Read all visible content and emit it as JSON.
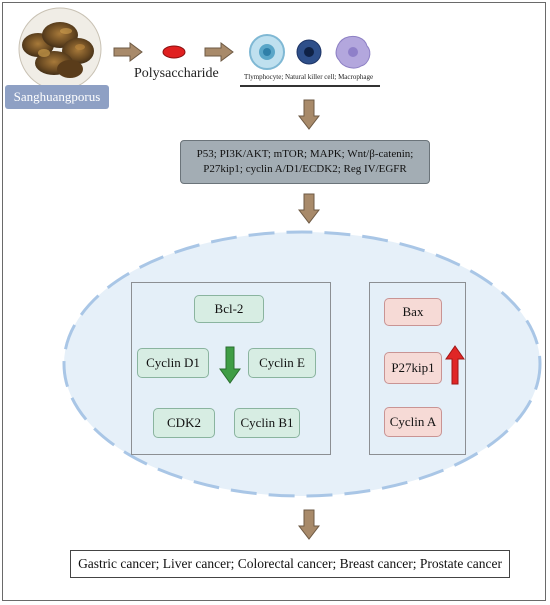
{
  "source": {
    "label": "Sanghuangporus"
  },
  "compound": {
    "label": "Polysaccharide"
  },
  "immune_cells": {
    "label": "Tlymphocyte; Natural killer cell; Macrophage"
  },
  "pathways": {
    "line1": "P53; PI3K/AKT; mTOR; MAPK; Wnt/β-catenin;",
    "line2": "P27kip1; cyclin A/D1/ECDK2; Reg IV/EGFR"
  },
  "down_panel": {
    "direction": "down",
    "arrow_color": "#3f9d45",
    "items": {
      "bcl2": "Bcl-2",
      "cyclin_d1": "Cyclin D1",
      "cyclin_e": "Cyclin E",
      "cdk2": "CDK2",
      "cyclin_b1": "Cyclin B1"
    }
  },
  "up_panel": {
    "direction": "up",
    "arrow_color": "#e02626",
    "items": {
      "bax": "Bax",
      "p27kip1": "P27kip1",
      "cyclin_a": "Cyclin A"
    }
  },
  "outcome": {
    "label": "Gastric cancer; Liver cancer; Colorectal cancer; Breast cancer; Prostate cancer"
  },
  "colors": {
    "flow_arrow": "#a88a6a",
    "ellipse_dash": "#a9c6e6",
    "pathway_box": "#a3adb4",
    "source_label_bg": "#8ea0c4"
  }
}
